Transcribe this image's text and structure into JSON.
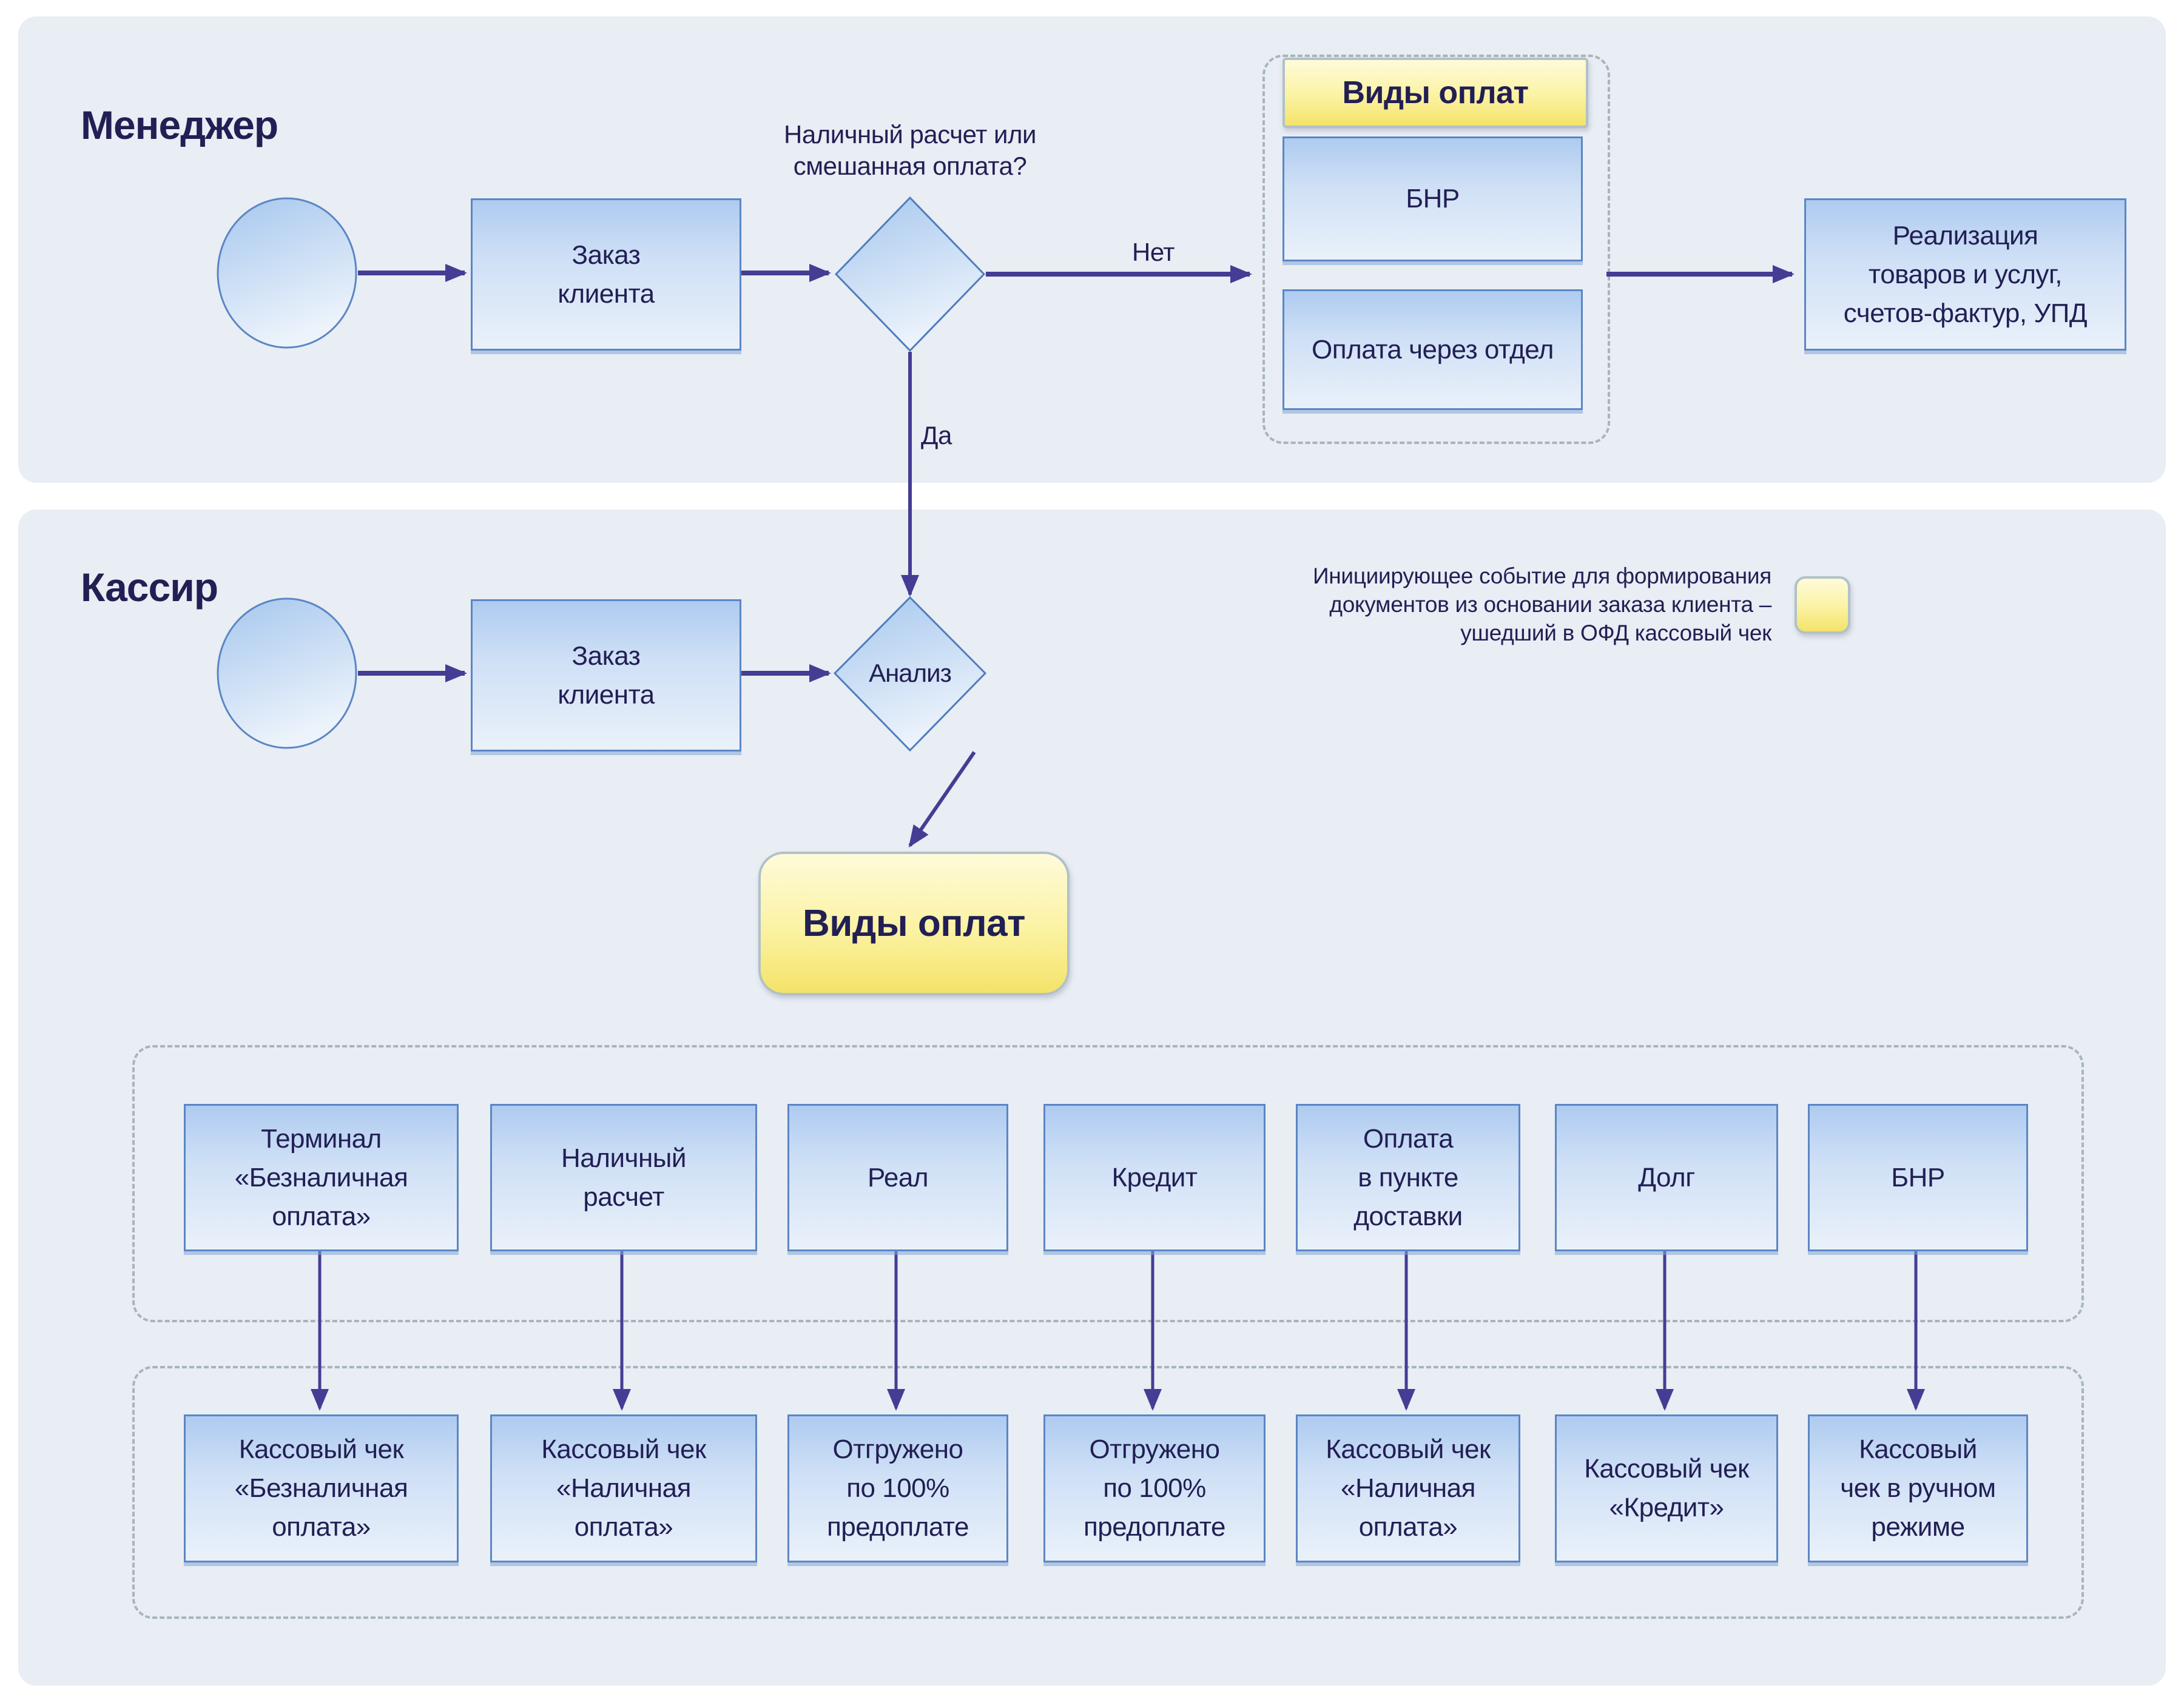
{
  "diagram": {
    "lanes": {
      "manager_title": "Менеджер",
      "cashier_title": "Кассир"
    },
    "manager": {
      "order_task": "Заказ\nклиента",
      "decision_question": "Наличный расчет или\nсмешанная оплата?",
      "no_label": "Нет",
      "yes_label": "Да",
      "payment_group": {
        "title": "Виды оплат",
        "items": [
          {
            "label": "БНР"
          },
          {
            "label": "Оплата через отдел"
          }
        ]
      },
      "realization_task": "Реализация\nтоваров и услуг,\nсчетов-фактур, УПД"
    },
    "cashier": {
      "order_task": "Заказ\nклиента",
      "analysis_label": "Анализ",
      "payment_kinds_title": "Виды оплат",
      "note_text": "Инициирующее событие для формирования\nдокументов из основании заказа клиента –\nушедший в ОФД кассовый чек",
      "payment_types": [
        {
          "label": "Терминал\n«Безналичная\nоплата»"
        },
        {
          "label": "Наличный\nрасчет"
        },
        {
          "label": "Реал"
        },
        {
          "label": "Кредит"
        },
        {
          "label": "Оплата\nв пункте\nдоставки"
        },
        {
          "label": "Долг"
        },
        {
          "label": "БНР"
        }
      ],
      "cash_documents": [
        {
          "label": "Кассовый чек\n«Безналичная\nоплата»"
        },
        {
          "label": "Кассовый чек\n«Наличная\nоплата»"
        },
        {
          "label": "Отгружено\nпо 100%\nпредоплате"
        },
        {
          "label": "Отгружено\nпо 100%\nпредоплате"
        },
        {
          "label": "Кассовый чек\n«Наличная\nоплата»"
        },
        {
          "label": "Кассовый чек\n«Кредит»"
        },
        {
          "label": "Кассовый\nчек в ручном\nрежиме"
        }
      ]
    },
    "colors": {
      "lane_bg": "#e9edf4",
      "arrow": "#443d94",
      "node_border": "#5b86c4",
      "node_fill_top": "#aecbf0",
      "node_fill_bottom": "#eaf1fa",
      "yellow_top": "#fefbda",
      "yellow_bottom": "#f4e369",
      "dashed_border": "#a6b6bb",
      "text": "#221f54"
    }
  }
}
